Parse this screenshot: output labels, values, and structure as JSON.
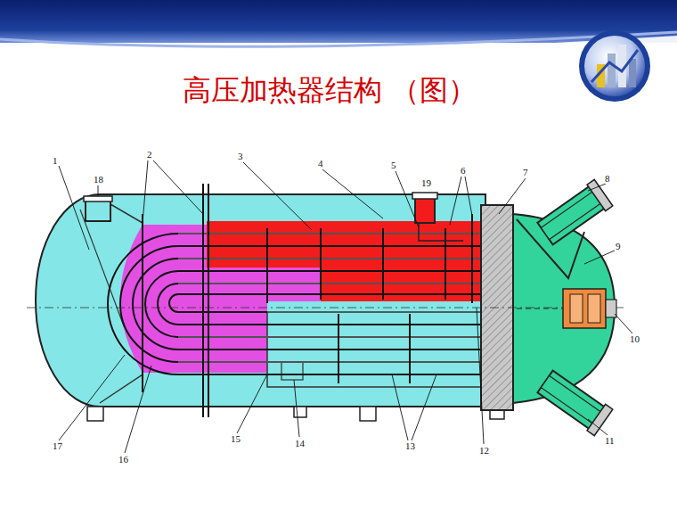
{
  "diagram": {
    "title": "高压加热器结构 （图）",
    "labels": [
      "1",
      "2",
      "3",
      "4",
      "5",
      "19",
      "6",
      "7",
      "8",
      "9",
      "10",
      "11",
      "12",
      "13",
      "14",
      "15",
      "16",
      "17",
      "18"
    ]
  }
}
